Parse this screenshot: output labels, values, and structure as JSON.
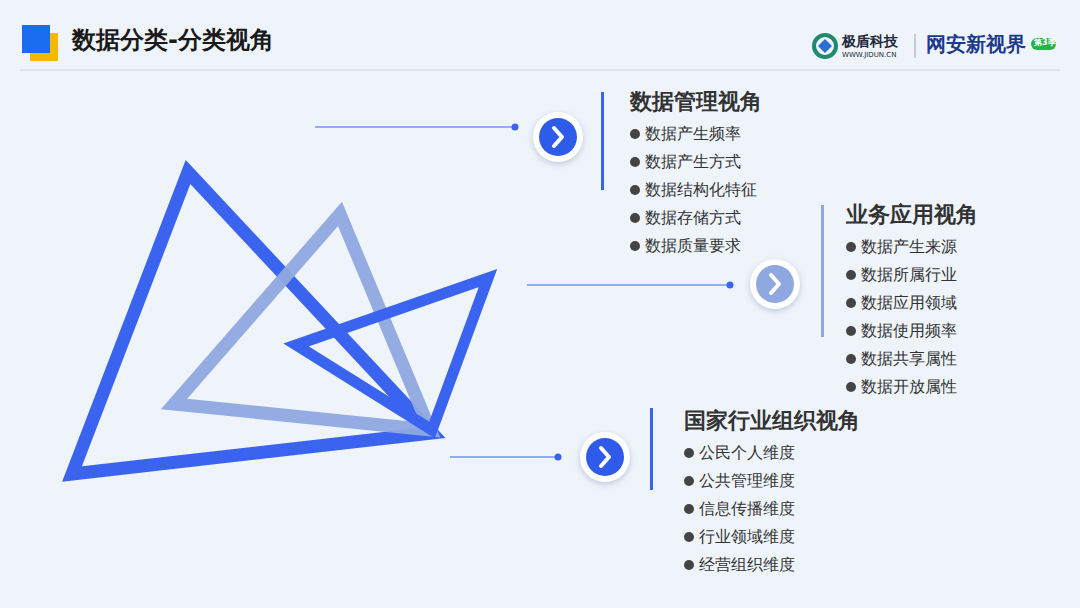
{
  "diagram": {
    "title": "数据分类-分类视角",
    "nodes": [
      {
        "text": [
          "数据管理视角",
          "数据产生频率",
          "数据产生方式",
          "数据结构化特征",
          "数据存储方式",
          "数据质量要求"
        ]
      },
      {
        "text": [
          "业务应用视角",
          "数据产生来源",
          "数据所属行业",
          "数据应用领域",
          "数据使用频率",
          "数据共享属性",
          "数据开放属性"
        ]
      },
      {
        "text": [
          "国家行业组织视角",
          "公民个人维度",
          "公共管理维度",
          "信息传播维度",
          "行业领域维度",
          "经营组织维度"
        ]
      }
    ],
    "labels": [
      "极盾科技",
      "WWW.JIDUN.CN",
      "网安新视界",
      "第3季"
    ]
  }
}
